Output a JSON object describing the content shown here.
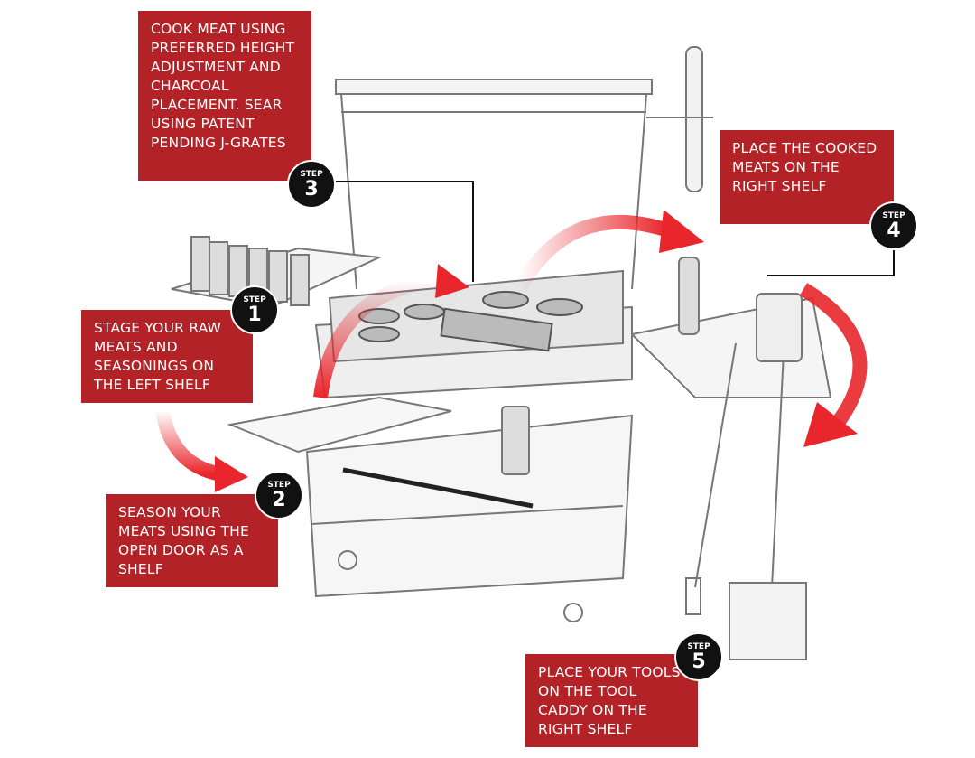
{
  "steps": [
    {
      "label": "STEP",
      "number": "1",
      "text": "STAGE YOUR RAW MEATS AND SEASONINGS ON THE LEFT SHELF"
    },
    {
      "label": "STEP",
      "number": "2",
      "text": "SEASON YOUR MEATS USING THE OPEN DOOR AS A SHELF"
    },
    {
      "label": "STEP",
      "number": "3",
      "text": "COOK MEAT USING PREFERRED HEIGHT ADJUSTMENT AND CHARCOAL PLACEMENT. SEAR USING PATENT PENDING J-GRATES"
    },
    {
      "label": "STEP",
      "number": "4",
      "text": "PLACE THE COOKED MEATS ON THE RIGHT SHELF"
    },
    {
      "label": "STEP",
      "number": "5",
      "text": "PLACE YOUR TOOLS ON THE TOOL CADDY ON THE RIGHT SHELF"
    }
  ],
  "colors": {
    "box": "#b22226",
    "badge": "#111111",
    "arrow": "#e8262b"
  }
}
